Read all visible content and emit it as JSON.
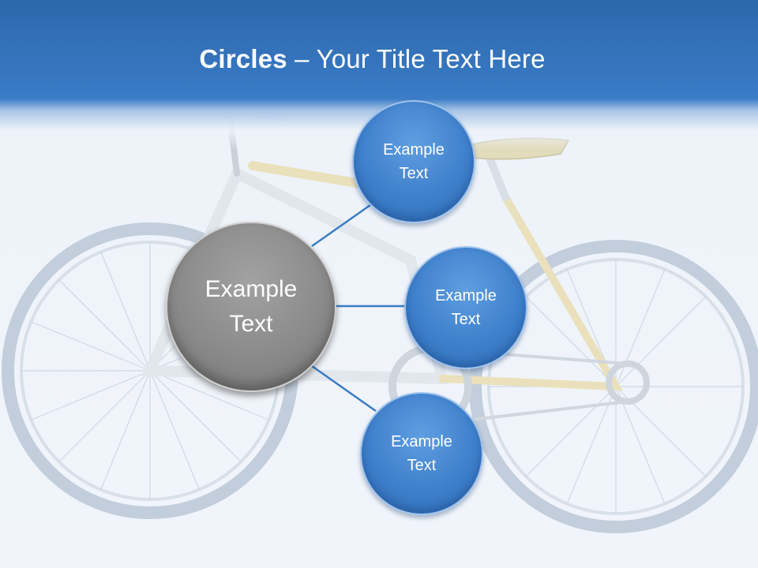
{
  "slide": {
    "title_bold": "Circles",
    "title_rest": " – Your Title Text Here",
    "accent_color": "#3a7cc7",
    "connector_color": "#3a7cc7"
  },
  "diagram": {
    "center": {
      "line1": "Example",
      "line2": "Text",
      "color": "#8a8a8a"
    },
    "nodes": [
      {
        "line1": "Example",
        "line2": "Text",
        "color": "#3f80cc"
      },
      {
        "line1": "Example",
        "line2": "Text",
        "color": "#3f80cc"
      },
      {
        "line1": "Example",
        "line2": "Text",
        "color": "#3f80cc"
      }
    ]
  },
  "background": {
    "image": "bicycle-photo"
  }
}
